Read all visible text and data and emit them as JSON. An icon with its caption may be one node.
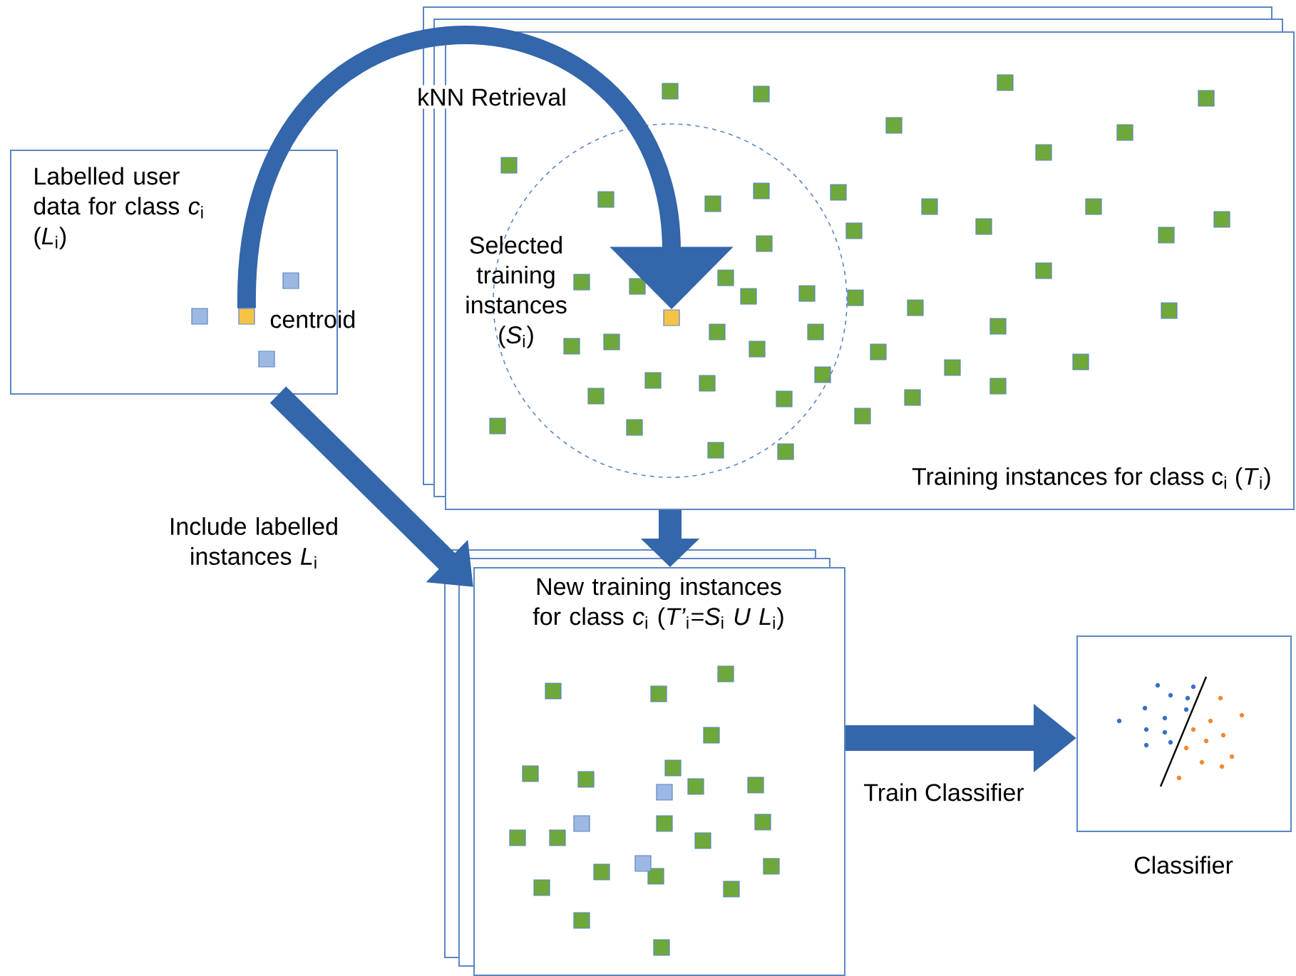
{
  "diagram": {
    "nodes": [
      {
        "text": [
          "Labelled user data for class *c*$_{i}$ (*L*$_{i}$)"
        ]
      },
      {
        "text": [],
        "shape": "box",
        "in": 0,
        "beside": [
          "centroid"
        ]
      },
      {
        "text": [
          "Training instances for class c$_{i}$ (*T*$_{i}$)"
        ]
      },
      {
        "text": [
          "Selected training instances (*S*$_{i}$)"
        ],
        "in": 2
      },
      {
        "text": [],
        "shape": "box",
        "in": 3
      },
      {
        "text": [
          "New training instances for class *c*$_{i}$ (*T’*$_{i}$*=S*$_{i}$ *U L*$_{i}$)"
        ]
      },
      {
        "text": [],
        "shape": "box",
        "beside": [
          "Classifier"
        ]
      }
    ],
    "edges": [
      {
        "from": 1,
        "to": 4,
        "arrow": "to",
        "label": "kNN Retrieval"
      },
      {
        "from": 0,
        "to": 5,
        "arrow": "to",
        "label": "Include labelled instances *L*$_{i}$"
      },
      {
        "from": 2,
        "to": 5,
        "arrow": "to"
      },
      {
        "from": 5,
        "to": 6,
        "arrow": "to",
        "label": "Train Classifier"
      }
    ]
  }
}
